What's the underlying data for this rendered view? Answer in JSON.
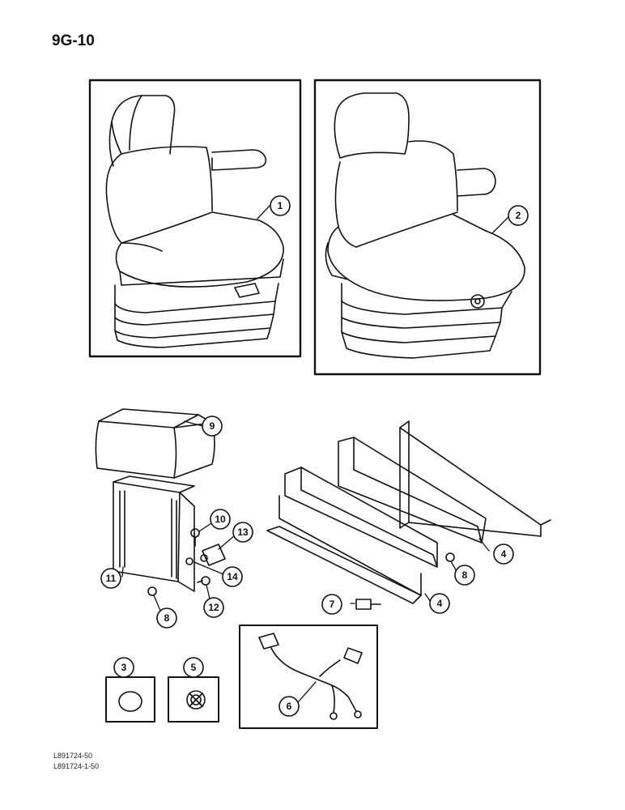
{
  "page": {
    "code": "9G-10",
    "ref_1": "L891724-50",
    "ref_2": "L891724-1-50"
  },
  "callouts": [
    {
      "id": "c1",
      "label": "1"
    },
    {
      "id": "c2",
      "label": "2"
    },
    {
      "id": "c9",
      "label": "9"
    },
    {
      "id": "c10",
      "label": "10"
    },
    {
      "id": "c13",
      "label": "13"
    },
    {
      "id": "c11",
      "label": "11"
    },
    {
      "id": "c14",
      "label": "14"
    },
    {
      "id": "c12",
      "label": "12"
    },
    {
      "id": "c8a",
      "label": "8"
    },
    {
      "id": "c4a",
      "label": "4"
    },
    {
      "id": "c8b",
      "label": "8"
    },
    {
      "id": "c7",
      "label": "7"
    },
    {
      "id": "c4b",
      "label": "4"
    },
    {
      "id": "c3",
      "label": "3"
    },
    {
      "id": "c5",
      "label": "5"
    },
    {
      "id": "c6",
      "label": "6"
    }
  ],
  "colors": {
    "ink": "#111111",
    "paper": "#ffffff"
  }
}
